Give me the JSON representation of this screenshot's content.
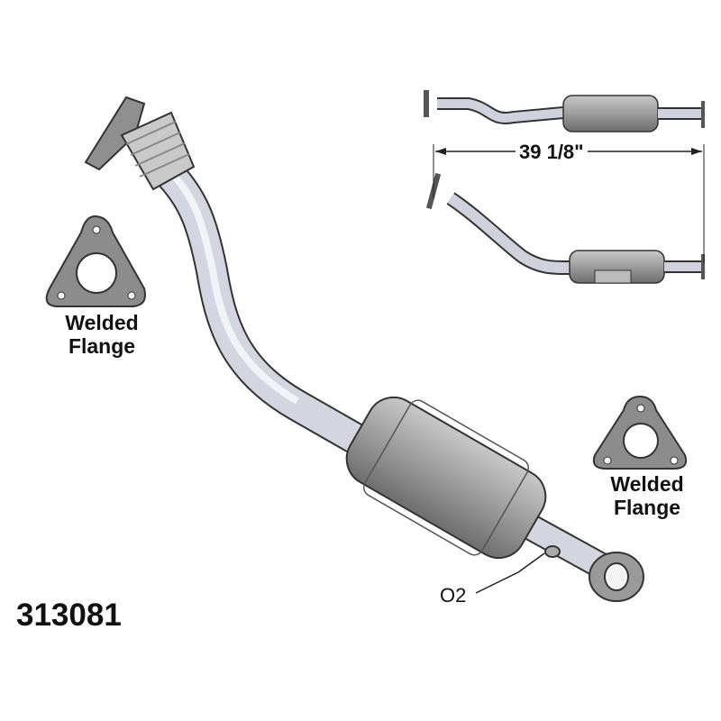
{
  "part_number": "313081",
  "labels": {
    "left_flange": {
      "line1": "Welded",
      "line2": "Flange"
    },
    "right_flange": {
      "line1": "Welded",
      "line2": "Flange"
    },
    "o2": "O2"
  },
  "dimension": "39 1/8\"",
  "colors": {
    "pipe": "#cfd2dc",
    "converter": "#9a9a9a",
    "flange": "#8f8f8f",
    "outline": "#333333"
  }
}
